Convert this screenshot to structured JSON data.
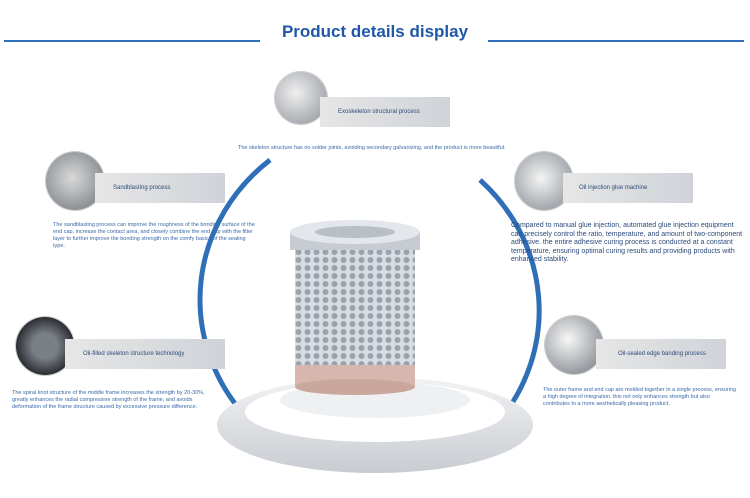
{
  "header": {
    "title": "Product details display"
  },
  "features": [
    {
      "label": "Exoskeleton structural process",
      "desc": "The skeleton structure has no solder joints, avoiding secondary galvanizing, and the product is more beautiful."
    },
    {
      "label": "Sandblasting process",
      "desc": "The sandblasting process can improve the roughness of the bonding surface of the end cap, increase the contact area, and closely combine the end cap with the filter layer to further improve the bonding strength on the comfy basics of the sealing type."
    },
    {
      "label": "Oil injection glue machine",
      "desc": "Compared to manual glue injection, automated glue injection equipment can precisely control the ratio, temperature, and amount of two-component adhesive. the entire adhesive curing process is conducted at a constant temperature, ensuring optimal curing results and providing products with enhanced stability."
    },
    {
      "label": "Oil-filled skeleton structure technology",
      "desc": "The spiral knot structure of the middle frame increases the strength by 20-30%, greatly enhances the radial compressive strength of the frame, and avoids deformation of the frame structure caused by excessive pressure difference."
    },
    {
      "label": "Oil-sealed edge banding process",
      "desc": "The outer frame and end cap are molded together in a single process, ensuring a high degree of integration. this not only enhances strength but also contributes to a more aesthetically pleasing product."
    }
  ],
  "colors": {
    "accent": "#1f58a8",
    "line": "#2f6fb8"
  }
}
